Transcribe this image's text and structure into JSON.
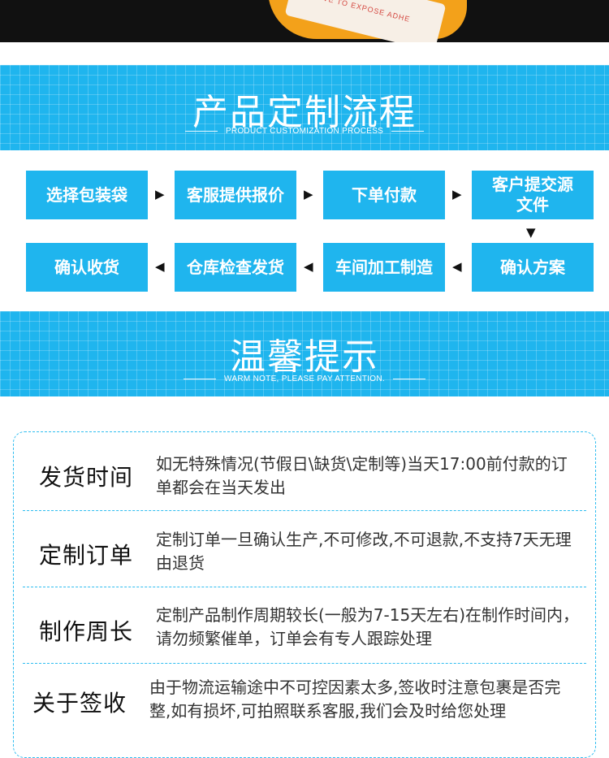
{
  "photo": {
    "tape_text": "REMOVE TO EXPOSE ADHE"
  },
  "process": {
    "title": "产品定制流程",
    "subtitle": "PRODUCT CUSTOMIZATION PROCESS",
    "steps": [
      "选择包装袋",
      "客服提供报价",
      "下单付款",
      "客户提交源文件",
      "确认方案",
      "车间加工制造",
      "仓库检查发货",
      "确认收货"
    ],
    "arrow_right": "▶",
    "arrow_left": "◀",
    "arrow_down": "▼"
  },
  "tips": {
    "title": "温馨提示",
    "subtitle": "WARM NOTE, PLEASE PAY ATTENTION.",
    "items": [
      {
        "title": "发货时间",
        "text": "如无特殊情况(节假日\\缺货\\定制等)当天17:00前付款的订单都会在当天发出"
      },
      {
        "title": "定制订单",
        "text": "定制订单一旦确认生产,不可修改,不可退款,不支持7天无理由退货"
      },
      {
        "title": "制作周长",
        "text": "定制产品制作周期较长(一般为7-15天左右)在制作时间内，请勿频繁催单，订单会有专人跟踪处理"
      },
      {
        "title": "关于签收",
        "text": "由于物流运输途中不可控因素太多,签收时注意包裹是否完整,如有损坏,可拍照联系客服,我们会及时给您处理"
      }
    ]
  }
}
